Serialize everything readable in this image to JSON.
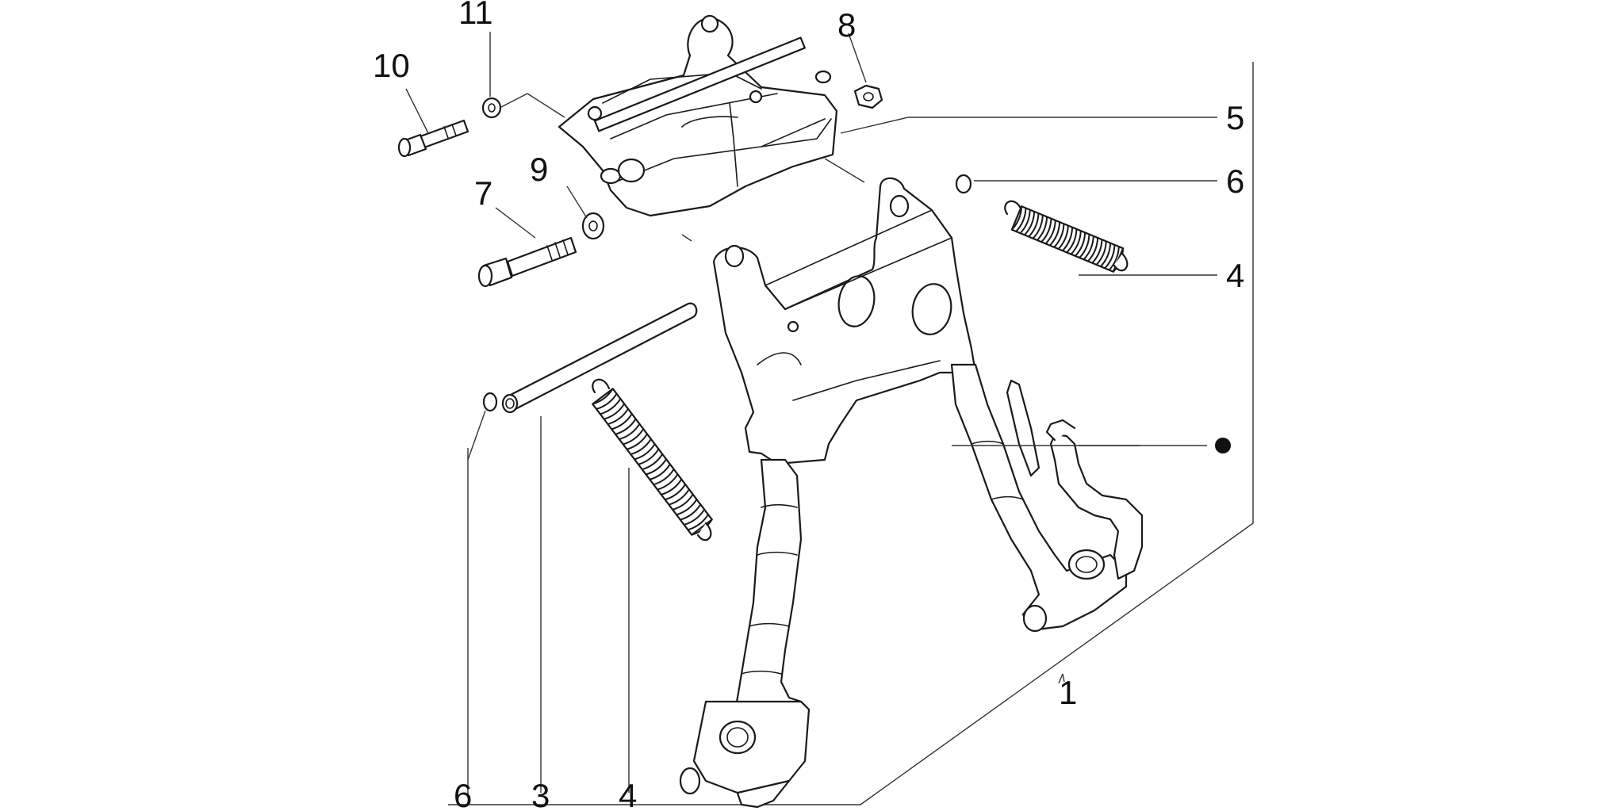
{
  "callouts": {
    "c1": "1",
    "c3": "3",
    "c4a": "4",
    "c4b": "4",
    "c5": "5",
    "c6a": "6",
    "c6b": "6",
    "c7": "7",
    "c8": "8",
    "c9": "9",
    "c10": "10",
    "c11": "11"
  },
  "colors": {
    "line": "#1a1a1a",
    "background": "#ffffff"
  }
}
